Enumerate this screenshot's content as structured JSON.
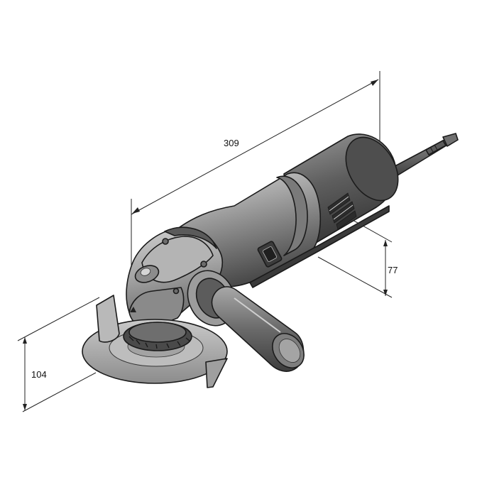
{
  "dimensions": {
    "length": "309",
    "height_body": "77",
    "height_total": "104"
  }
}
